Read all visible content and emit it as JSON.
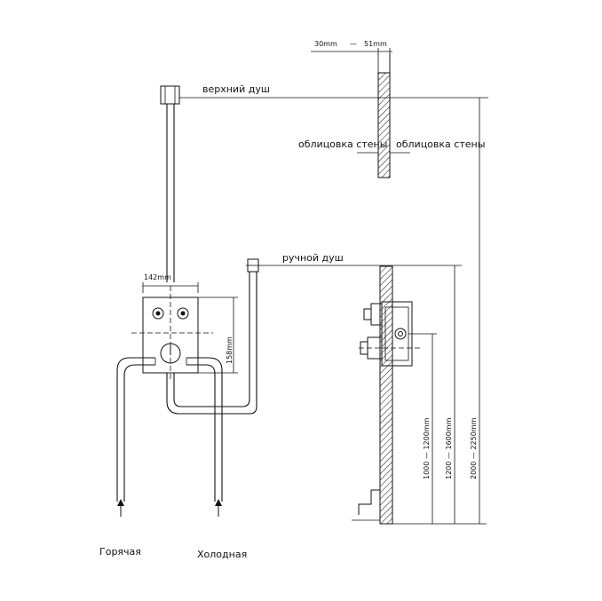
{
  "labels": {
    "upper_shower": "верхний душ",
    "wall_cladding_left": "облицовка стены",
    "wall_cladding_right": "облицовка стены",
    "hand_shower": "ручной душ",
    "hot": "Горячая",
    "cold": "Холодная"
  },
  "dimensions": {
    "wall_range_min": "30mm",
    "wall_range_dash": "—",
    "wall_range_max": "51mm",
    "width": "142mm",
    "height": "158mm",
    "height_valve": "1000 — 1200mm",
    "height_hand_shower": "1200 — 1600mm",
    "height_upper_shower": "2000 — 2250mm"
  }
}
